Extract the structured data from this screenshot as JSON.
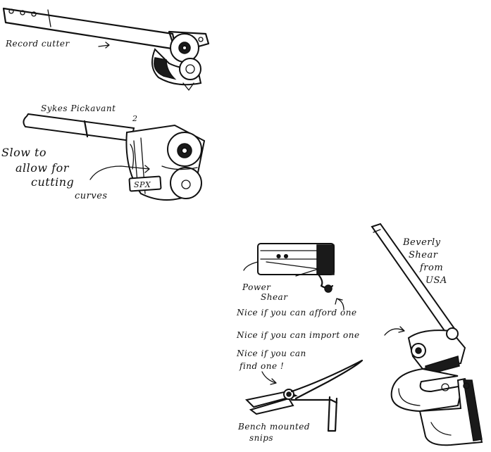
{
  "labels": {
    "record_cutter": "Record cutter",
    "sykes_line1": "Sykes Pickavant",
    "sykes_line2": "2",
    "slow_line1": "Slow to",
    "slow_line2": "allow for",
    "slow_line3": "cutting",
    "slow_line4": "curves",
    "spx": "SPX",
    "beverly_line1": "Beverly",
    "beverly_line2": "Shear",
    "beverly_line3": "from",
    "beverly_line4": "USA",
    "power_line1": "Power",
    "power_line2": "Shear",
    "nice_afford": "Nice if you can afford one",
    "nice_import": "Nice if you can import one",
    "nice_find_line1": "Nice if you can",
    "nice_find_line2": "find one !",
    "bench_line1": "Bench mounted",
    "bench_line2": "snips"
  }
}
